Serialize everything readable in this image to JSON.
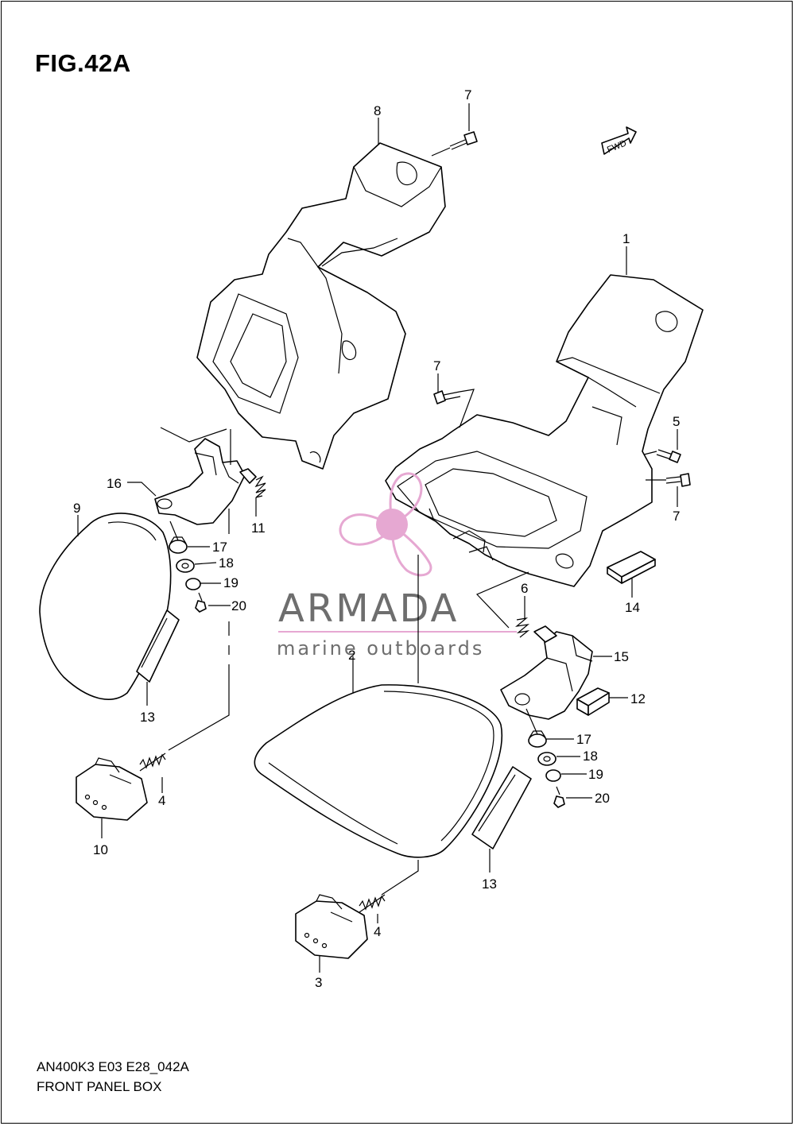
{
  "figure": {
    "title": "FIG.42A",
    "code": "AN400K3 E03 E28_042A",
    "caption": "FRONT PANEL BOX",
    "fwd_label": "FWD"
  },
  "watermark": {
    "brand": "ARMADA",
    "tagline": "marine outboards",
    "brand_color": "#e6a8d2",
    "text_color": "#6e6e6e"
  },
  "callouts": {
    "c1": "1",
    "c2": "2",
    "c3": "3",
    "c4a": "4",
    "c4b": "4",
    "c5": "5",
    "c6": "6",
    "c7a": "7",
    "c7b": "7",
    "c7c": "7",
    "c8": "8",
    "c9": "9",
    "c10": "10",
    "c11": "11",
    "c12": "12",
    "c13a": "13",
    "c13b": "13",
    "c14": "14",
    "c15": "15",
    "c16": "16",
    "c17a": "17",
    "c17b": "17",
    "c18a": "18",
    "c18b": "18",
    "c19a": "19",
    "c19b": "19",
    "c20a": "20",
    "c20b": "20"
  }
}
